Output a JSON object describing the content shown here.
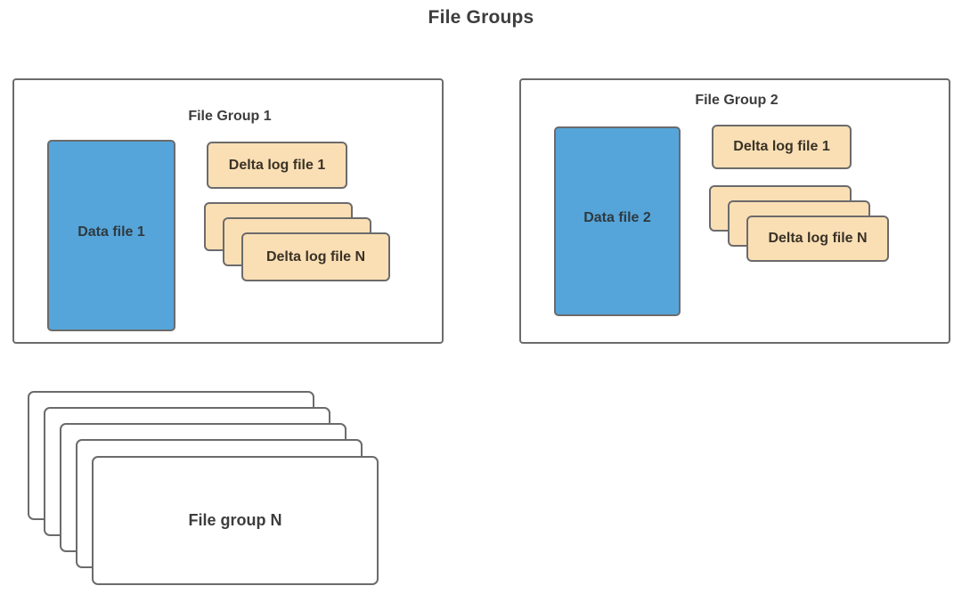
{
  "diagram": {
    "title": "File Groups",
    "colors": {
      "data_file_fill": "#55a5da",
      "delta_log_fill": "#fadfb5",
      "card_fill": "#ffffff",
      "border": "#6b6b6b",
      "text": "#3d3d3d",
      "background": "#ffffff"
    }
  },
  "groups": [
    {
      "label": "File Group 1",
      "data_file": {
        "label": "Data file 1"
      },
      "delta_log_first": {
        "label": "Delta log file 1"
      },
      "delta_log_stack": {
        "label": "Delta log file N",
        "card_count": 3
      }
    },
    {
      "label": "File Group 2",
      "data_file": {
        "label": "Data file 2"
      },
      "delta_log_first": {
        "label": "Delta log file 1"
      },
      "delta_log_stack": {
        "label": "Delta log file N",
        "card_count": 3
      }
    }
  ],
  "file_group_n_stack": {
    "label": "File group N",
    "card_count": 5
  }
}
